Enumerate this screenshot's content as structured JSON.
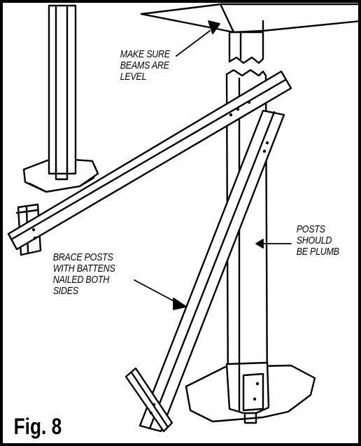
{
  "labels": {
    "beams": [
      "MAKE SURE",
      "BEAMS ARE",
      "LEVEL"
    ],
    "posts": [
      "POSTS",
      "SHOULD",
      "BE PLUMB"
    ],
    "brace": [
      "BRACE POSTS",
      "WITH BATTENS",
      "NAILED BOTH",
      "SIDES"
    ]
  },
  "figure_label": "Fig. 8"
}
